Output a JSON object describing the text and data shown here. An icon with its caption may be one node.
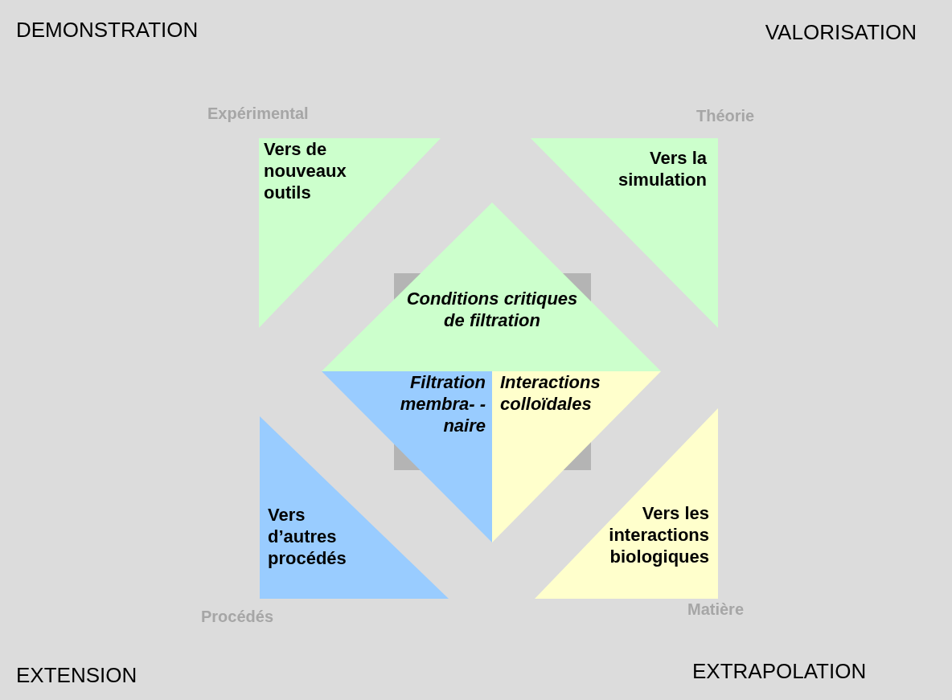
{
  "diagram": {
    "nodes": [
      {
        "text": [
          "Vers de nouveaux outils"
        ]
      },
      {
        "text": [
          "Vers la simulation"
        ]
      },
      {
        "text": [
          "Conditions critiques de filtration"
        ]
      },
      {
        "text": [
          "Filtration membra- -naire"
        ]
      },
      {
        "text": [
          "Interactions colloïdales"
        ]
      },
      {
        "text": [
          "Vers d’autres procédés"
        ]
      },
      {
        "text": [
          "Vers les interactions biologiques"
        ]
      }
    ],
    "edges": [],
    "labels": [
      "DEMONSTRATION",
      "VALORISATION",
      "Expérimental",
      "Théorie",
      "Procédés",
      "Matière",
      "EXTENSION",
      "EXTRAPOLATION"
    ]
  }
}
